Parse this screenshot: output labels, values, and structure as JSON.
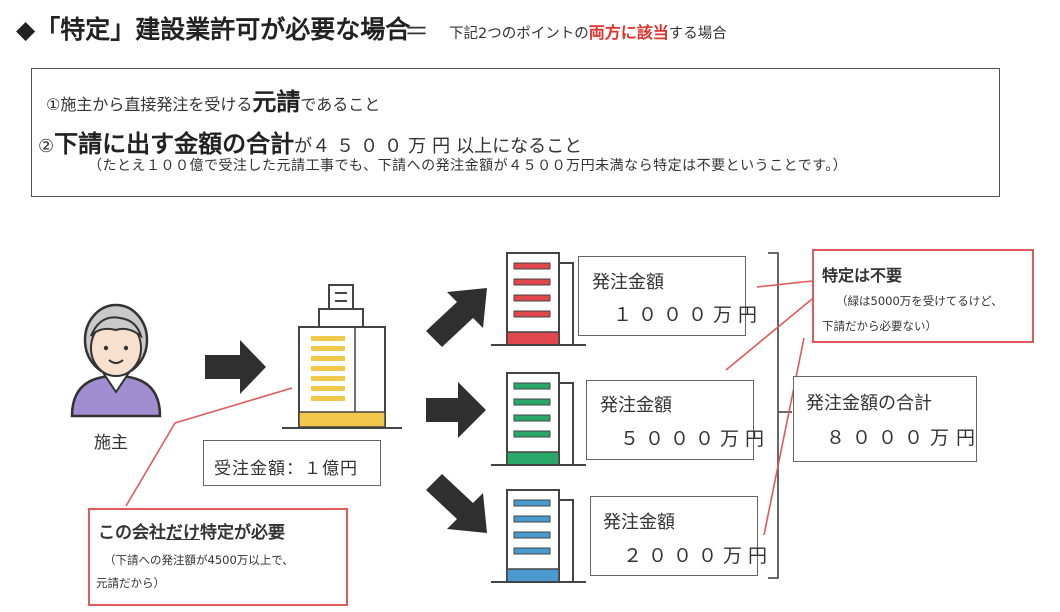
{
  "header": {
    "title": "◆「特定」建設業許可が必要な場合",
    "equals": "＝",
    "subtitle_pre": "下記2つのポイントの",
    "subtitle_highlight": "両方に該当",
    "subtitle_post": "する場合"
  },
  "conditions": {
    "c1_pre": "①施主から直接発注を受ける",
    "c1_em": "元請",
    "c1_post": "であること",
    "c2_pre": "②",
    "c2_em": "下請に出す金額の合計",
    "c2_mid": "が",
    "c2_num": "４５００万円",
    "c2_post": "以上になること",
    "note": "（たとえ１００億で受注した元請工事でも、下請への発注金額が４５００万円未満なら特定は不要ということです。）"
  },
  "client": {
    "label": "施主"
  },
  "contractor": {
    "received_label": "受注金額：１億円"
  },
  "orders": [
    {
      "title": "発注金額",
      "amount": "１０００万円",
      "color": "#e0484e"
    },
    {
      "title": "発注金額",
      "amount": "５０００万円",
      "color": "#2aa86a"
    },
    {
      "title": "発注金額",
      "amount": "２０００万円",
      "color": "#4a9ad0"
    }
  ],
  "total": {
    "label": "発注金額の合計",
    "amount": "８０００万円"
  },
  "callout_required": {
    "pre": "この会社",
    "underlined": "だけ",
    "post": "特定が必要",
    "note_line1": "（下請への発注額が4500万以上で、",
    "note_line2": "元請だから）"
  },
  "callout_not_required": {
    "title": "特定は不要",
    "note_line1": "（緑は5000万を受けてるけど、",
    "note_line2": "下請だから必要ない）"
  },
  "colors": {
    "highlight_red": "#e0312b",
    "callout_border": "#e05a5a",
    "arrow": "#2f2f2f",
    "building_main": "#f2c84b"
  }
}
